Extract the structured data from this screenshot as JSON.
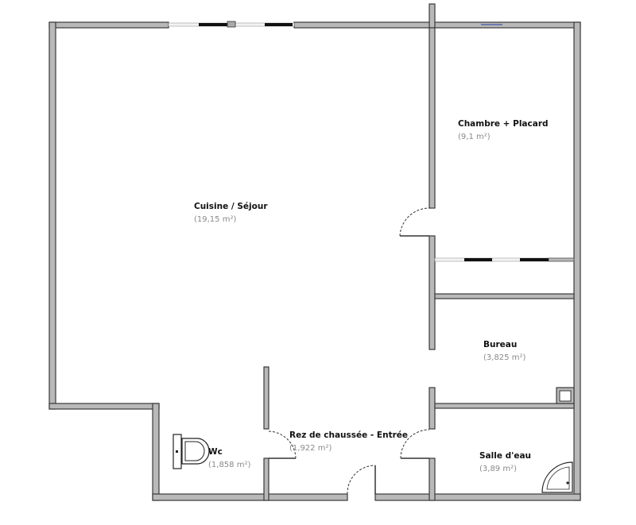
{
  "rooms": [
    {
      "name": "Cuisine / Séjour",
      "area": "(19,15 m²)"
    },
    {
      "name": "Chambre + Placard",
      "area": "(9,1 m²)"
    },
    {
      "name": "Bureau",
      "area": "(3,825 m²)"
    },
    {
      "name": "Rez de chaussée - Entrée",
      "area": "(1,922 m²)"
    },
    {
      "name": "Wc",
      "area": "(1,858 m²)"
    },
    {
      "name": "Salle d'eau",
      "area": "(3,89 m²)"
    }
  ],
  "colors": {
    "wall_fill": "#b9b9b9",
    "wall_outline": "#3a3a3a",
    "label": "#111111",
    "area_text": "#8a8a8a"
  }
}
